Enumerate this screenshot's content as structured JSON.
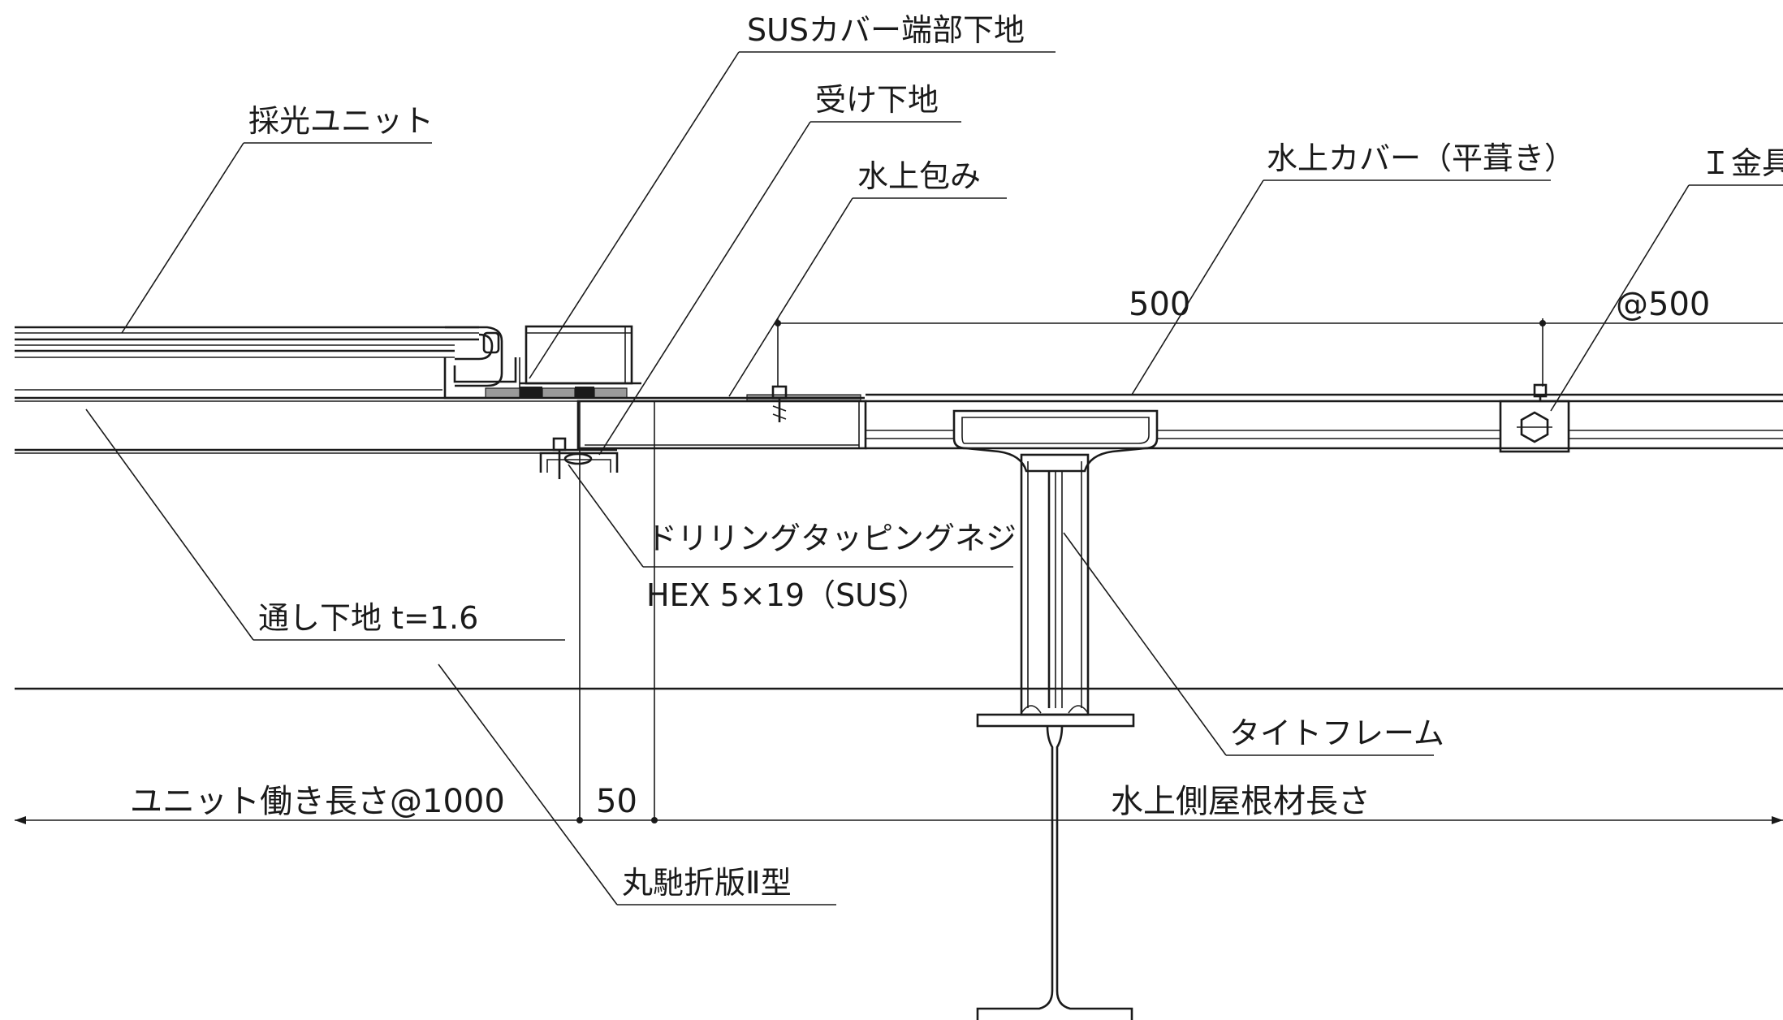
{
  "labels": {
    "sus_cover_end_base": "SUSカバー端部下地",
    "skylight_unit": "採光ユニット",
    "receiving_base": "受け下地",
    "ridge_wrap": "水上包み",
    "ridge_cover": "水上カバー（平葺き）",
    "i_fitting": "Ｉ金具",
    "drilling_screw_line1": "ドリリングタッピングネジ",
    "drilling_screw_line2": "HEX 5×19（SUS）",
    "through_base": "通し下地 t=1.6",
    "tight_frame": "タイトフレーム",
    "folded_plate": "丸馳折版Ⅱ型"
  },
  "dimensions": {
    "d500": "500",
    "pitch500": "@500",
    "d50": "50",
    "unit_length": "ユニット働き長さ@1000",
    "ridge_roof_length": "水上側屋根材長さ"
  }
}
